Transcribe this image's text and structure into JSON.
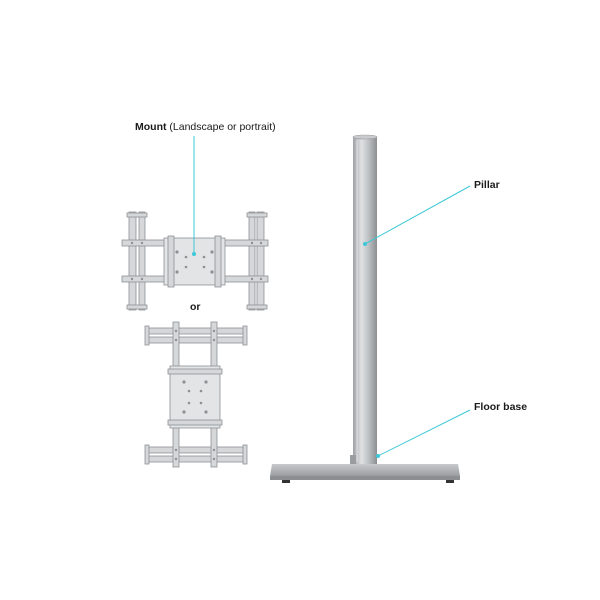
{
  "labels": {
    "mount_bold": "Mount",
    "mount_rest": " (Landscape or portrait)",
    "or": "or",
    "pillar": "Pillar",
    "floor_base": "Floor base"
  },
  "colors": {
    "leader_line": "#3cc8d8",
    "metal_light": "#d9dbdd",
    "metal_mid": "#b9bcbf",
    "metal_dark": "#8e9194"
  }
}
